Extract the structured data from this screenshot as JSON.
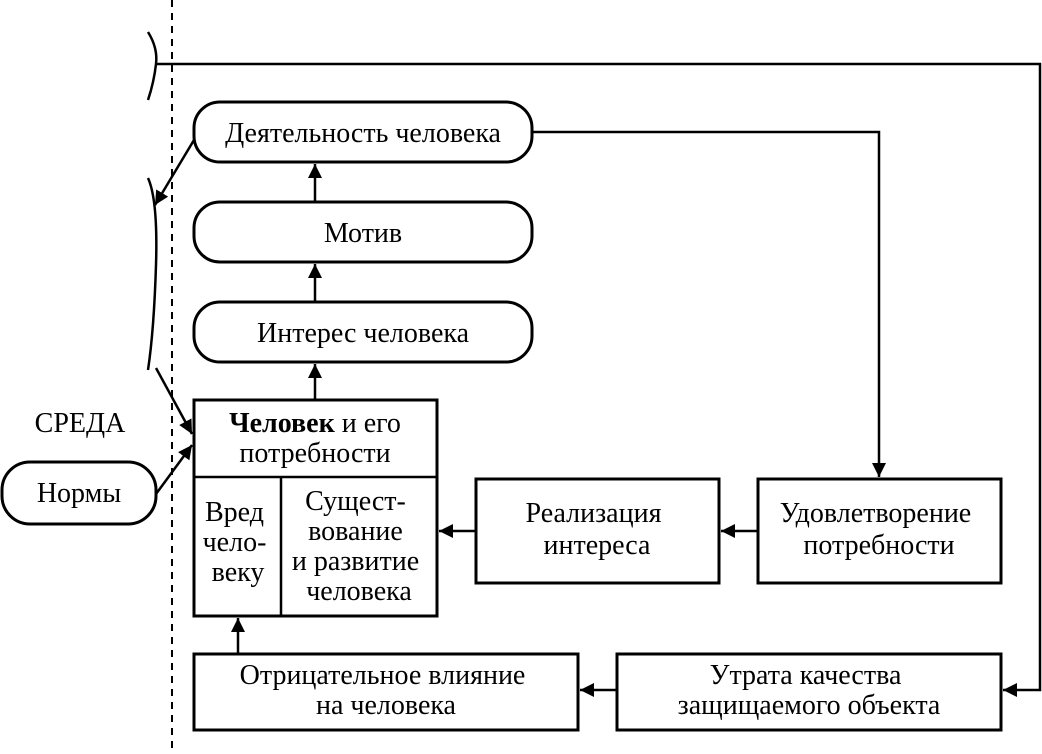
{
  "colors": {
    "ink": "#000000",
    "background": "#ffffff"
  },
  "labels": {
    "environment": "СРЕДА",
    "norms": "Нормы",
    "activity": "Деятельность человека",
    "motive": "Мотив",
    "interest": "Интерес человека",
    "person_bold": "Человек",
    "person_rest": " и его",
    "person_line2": "потребности",
    "harm": [
      "Вред",
      "человеку"
    ],
    "harm_lines": [
      "Вред",
      "чело-",
      "веку"
    ],
    "existence_lines": [
      "Сущест-",
      "вование",
      "и развитие",
      "человека"
    ],
    "realization_lines": [
      "Реализация",
      "интереса"
    ],
    "satisfaction_lines": [
      "Удовлетворение",
      "потребности"
    ],
    "loss_lines": [
      "Утрата качества",
      "защищаемого объекта"
    ],
    "negative_lines": [
      "Отрицательное влияние",
      "на человека"
    ]
  }
}
